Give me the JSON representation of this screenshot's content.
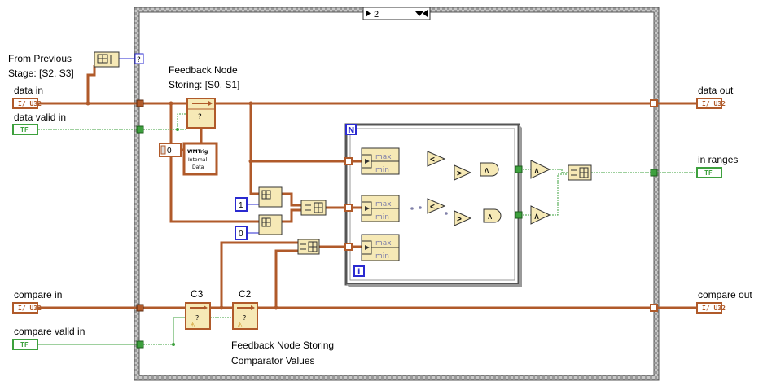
{
  "labels": {
    "from_previous_1": "From Previous",
    "from_previous_2": "Stage: [S2, S3]",
    "feedback_node_1": "Feedback Node",
    "feedback_node_2": "Storing: [S0, S1]",
    "feedback_cmp_1": "Feedback Node Storing",
    "feedback_cmp_2": "Comparator Values",
    "c3": "C3",
    "c2": "C2"
  },
  "case_selector": {
    "value": "2"
  },
  "terminals": {
    "data_in": {
      "label": "data in",
      "text": "I/ U32"
    },
    "data_valid_in": {
      "label": "data valid in",
      "text": "TF"
    },
    "compare_in": {
      "label": "compare in",
      "text": "I/ U32"
    },
    "compare_valid_in": {
      "label": "compare valid in",
      "text": "TF"
    },
    "data_out": {
      "label": "data out",
      "text": "I/ U32"
    },
    "in_ranges": {
      "label": "in ranges",
      "text": "TF"
    },
    "compare_out": {
      "label": "compare out",
      "text": "I/ U32"
    }
  },
  "nodes": {
    "unknown_indicator": "?",
    "feedback_q": "?",
    "vi_name": "WMTrig Internal Data",
    "const_zero_init": "0",
    "const_one": "1",
    "const_zero": "0",
    "loop_count": "N",
    "loop_index": "i",
    "max_label": "max",
    "min_label": "min",
    "less": "<",
    "greater": ">",
    "and": "∧",
    "and_array": "∧"
  },
  "colors": {
    "wire_orange": "#b05a2a",
    "wire_green": "#3da03d",
    "wire_blue": "#2a2ad0",
    "wire_purple": "#7f7fa8",
    "node_fill": "#f6e9b6"
  }
}
